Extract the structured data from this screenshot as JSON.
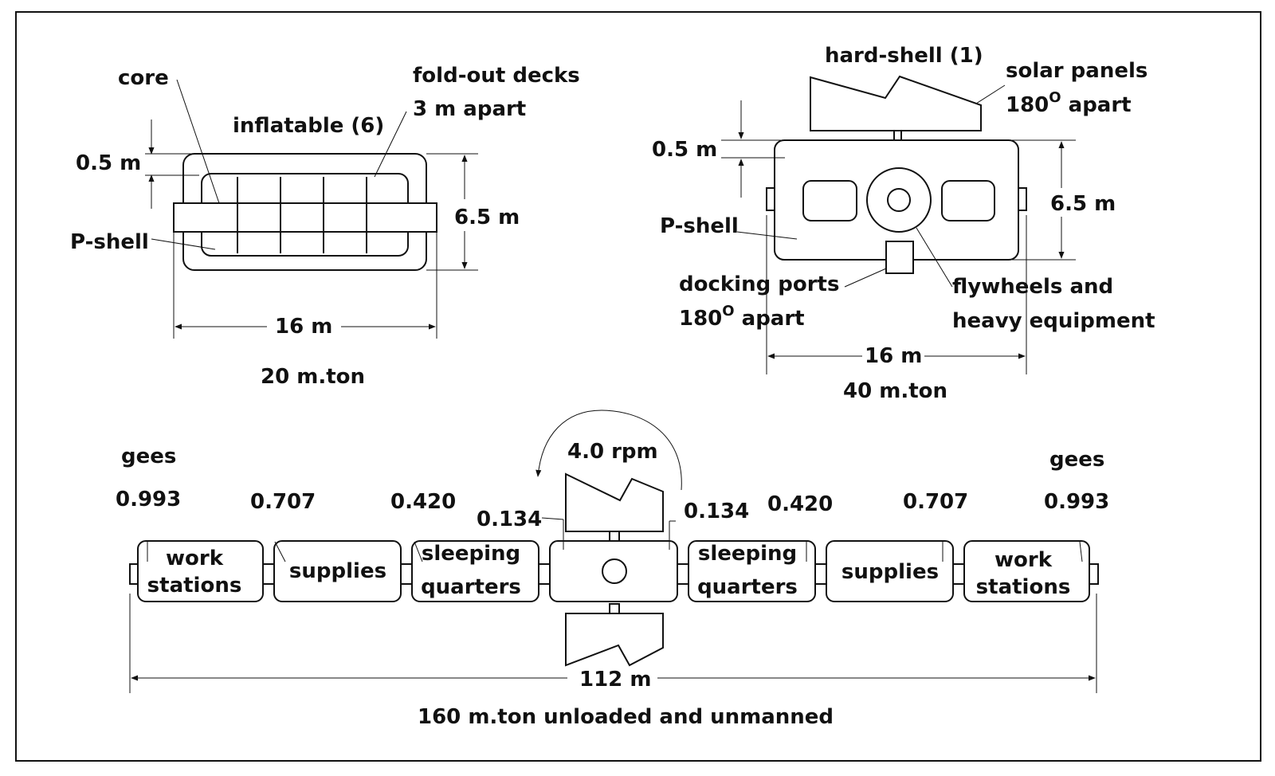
{
  "module_inflatable": {
    "core_label": "core",
    "inflatable_label": "inflatable (6)",
    "decks_label_line1": "fold-out decks",
    "decks_label_line2": "3 m apart",
    "wall_thickness": "0.5 m",
    "height": "6.5 m",
    "shell_label": "P-shell",
    "length": "16 m",
    "mass": "20 m.ton"
  },
  "module_hardshell": {
    "title": "hard-shell (1)",
    "solar_line1": "solar panels",
    "solar_line2": "180",
    "solar_sup": "O",
    "solar_line2b": " apart",
    "wall_thickness": "0.5 m",
    "height": "6.5 m",
    "shell_label": "P-shell",
    "docking_line1": "docking ports",
    "docking_line2": "180",
    "docking_sup": "O",
    "docking_line2b": " apart",
    "flywheel_line1": "flywheels and",
    "flywheel_line2": "heavy equipment",
    "length": "16 m",
    "mass": "40 m.ton"
  },
  "station": {
    "rotation": "4.0 rpm",
    "gees_left": "gees",
    "gees_right": "gees",
    "gees_values": [
      "0.993",
      "0.707",
      "0.420",
      "0.134",
      "0.134",
      "0.420",
      "0.707",
      "0.993"
    ],
    "modules": [
      {
        "line1": "work",
        "line2": "stations"
      },
      {
        "line1": "supplies",
        "line2": ""
      },
      {
        "line1": "sleeping",
        "line2": "quarters"
      },
      {
        "line1": "",
        "line2": ""
      },
      {
        "line1": "sleeping",
        "line2": "quarters"
      },
      {
        "line1": "supplies",
        "line2": ""
      },
      {
        "line1": "work",
        "line2": "stations"
      }
    ],
    "length": "112 m",
    "mass": "160 m.ton unloaded and unmanned"
  }
}
